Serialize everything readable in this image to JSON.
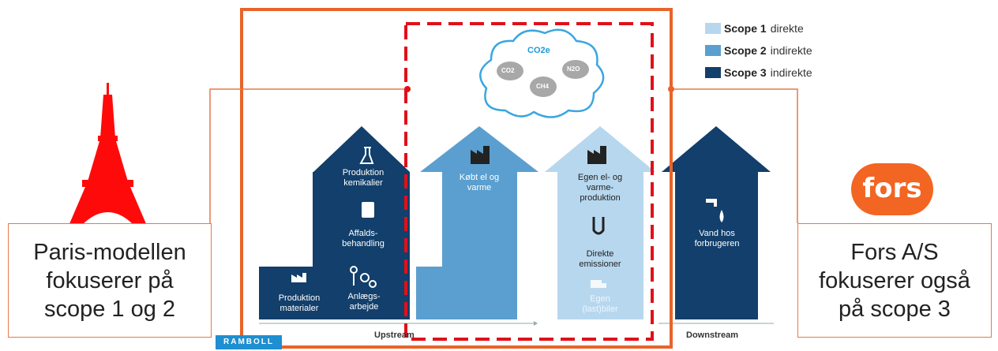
{
  "legend": [
    {
      "scope": "Scope 1",
      "type": "direkte",
      "color": "#b7d7ee"
    },
    {
      "scope": "Scope 2",
      "type": "indirekte",
      "color": "#5a9fd0"
    },
    {
      "scope": "Scope 3",
      "type": "indirekte",
      "color": "#123f6b"
    }
  ],
  "left_callout": {
    "lines": [
      "Paris-modellen",
      "fokuserer på",
      "scope 1 og 2"
    ]
  },
  "right_callout": {
    "lines": [
      "Fors A/S",
      "fokuserer også",
      "på scope 3"
    ]
  },
  "fors_logo": "fors",
  "ramboll_logo": "RAMBOLL",
  "cloud": {
    "title": "CO2e",
    "gases": [
      "CO2",
      "CH4",
      "N2O"
    ]
  },
  "diagram": {
    "produktion_materialer": [
      "Produktion",
      "materialer"
    ],
    "produktion_kemikalier": [
      "Produktion",
      "kemikalier"
    ],
    "affaldsbehandling": [
      "Affalds-",
      "behandling"
    ],
    "anlaegsarbejde": [
      "Anlægs-",
      "arbejde"
    ],
    "koebt_el": [
      "Købt el og",
      "varme"
    ],
    "egen_el": [
      "Egen el- og",
      "varme-",
      "produktion"
    ],
    "direkte_emissioner": [
      "Direkte",
      "emissioner"
    ],
    "egen_biler": [
      "Egen",
      "(last)biler"
    ],
    "vand": [
      "Vand hos",
      "forbrugeren"
    ],
    "upstream": "Upstream",
    "downstream": "Downstream"
  }
}
